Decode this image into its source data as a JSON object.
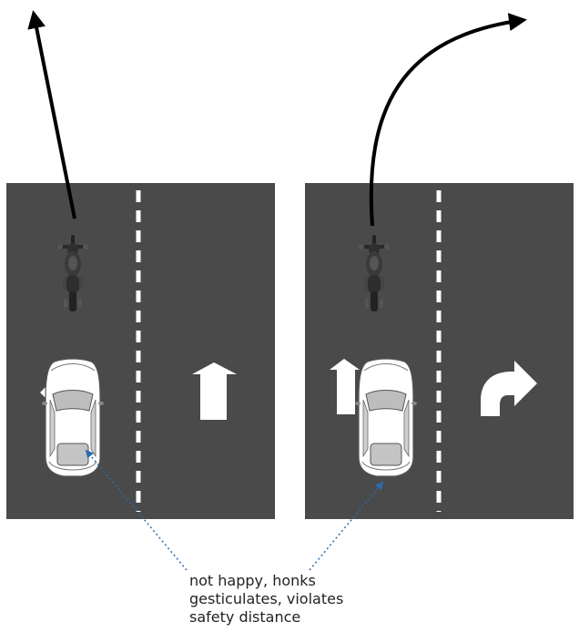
{
  "annotation": {
    "lines": [
      "not happy, honks",
      "gesticulates, violates",
      "safety distance"
    ]
  },
  "colors": {
    "road": "#4a4a4a",
    "lane_marking": "#ffffff",
    "path_arrow": "#000000",
    "annotation_arrow": "#2b6cb0",
    "car_body": "#ffffff",
    "car_glass": "#bdbdbd",
    "motorcycle": "#3a3a3a"
  },
  "scenes": [
    {
      "motorcycle_path": "straight",
      "lane_arrow_left": "none",
      "lane_arrow_right": "straight-arrow",
      "car_turn_signal": "left"
    },
    {
      "motorcycle_path": "curve-right",
      "lane_arrow_left": "straight-arrow",
      "lane_arrow_right": "right-turn-arrow",
      "car_turn_signal": "none"
    }
  ]
}
